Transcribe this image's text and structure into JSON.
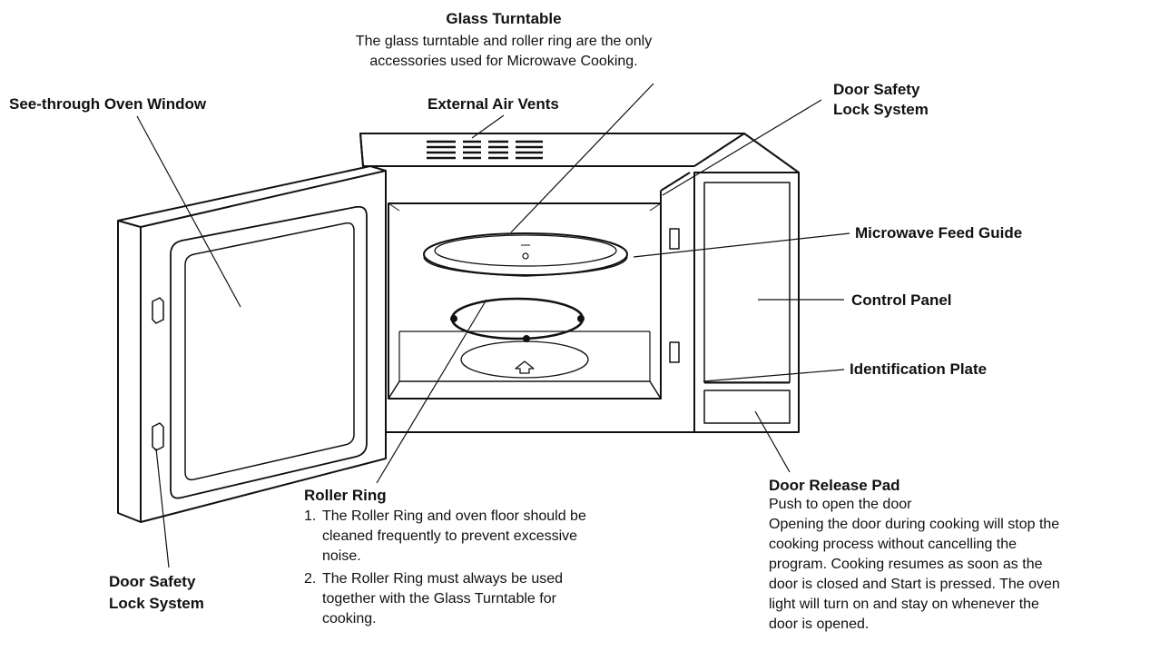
{
  "labels": {
    "glass_turntable": {
      "title": "Glass Turntable",
      "lines": [
        "The glass turntable and roller ring are the only",
        "accessories used for Microwave Cooking."
      ]
    },
    "see_through_window": "See-through Oven Window",
    "external_air_vents": "External Air Vents",
    "door_safety_lock_top": [
      "Door Safety",
      "Lock System"
    ],
    "microwave_feed_guide": "Microwave Feed Guide",
    "control_panel": "Control Panel",
    "identification_plate": "Identification Plate",
    "door_safety_lock_bottom": [
      "Door Safety",
      "Lock System"
    ],
    "roller_ring": {
      "title": "Roller Ring",
      "items": [
        {
          "num": "1.",
          "lines": [
            "The Roller Ring and oven floor should be",
            "cleaned frequently to prevent excessive",
            "noise."
          ]
        },
        {
          "num": "2.",
          "lines": [
            "The Roller Ring must always be used",
            "together with the Glass Turntable for",
            "cooking."
          ]
        }
      ]
    },
    "door_release_pad": {
      "title": "Door Release Pad",
      "lines": [
        "Push to open the door",
        "Opening the door during cooking will stop the",
        "cooking process without cancelling the",
        "program. Cooking resumes as soon as the",
        "door is closed and Start is pressed. The oven",
        "light will turn on and stay on whenever the",
        "door is opened."
      ]
    }
  }
}
